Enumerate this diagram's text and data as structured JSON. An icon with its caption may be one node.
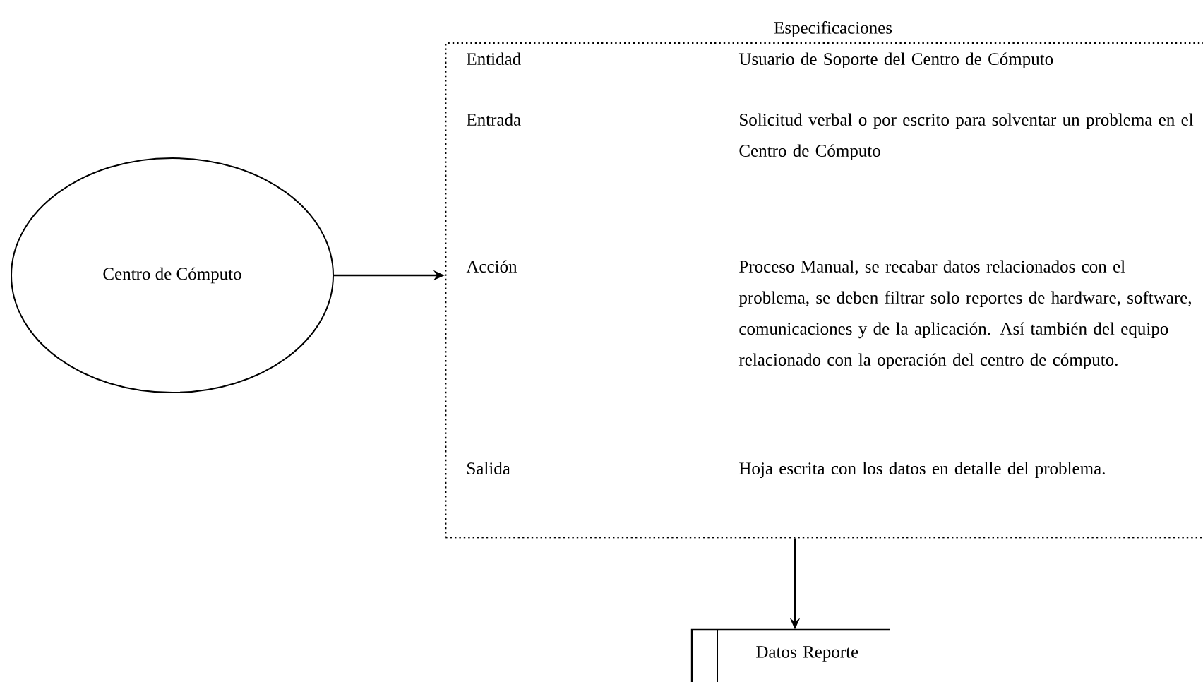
{
  "diagram": {
    "nodes": [
      {
        "text": [
          "Centro de Cómputo"
        ]
      },
      {
        "text": [
          "Especificaciones",
          "Entidad",
          "Usuario de Soporte del Centro de Cómputo",
          "Entrada",
          "Solicitud verbal o por escrito para solventar un problema en el Centro de Cómputo",
          "Acción",
          "Proceso Manual, se recabar datos relacionados con el problema, se deben filtrar solo reportes de hardware, software, comunicaciones y de la aplicación. Así también del equipo relacionado con la operación del centro de cómputo.",
          "Salida",
          "Hoja escrita con los datos en detalle del problema."
        ]
      },
      {
        "text": [
          "Datos Reporte"
        ]
      }
    ],
    "edges": [
      {
        "from": 0,
        "to": 1,
        "arrow": "to"
      },
      {
        "from": 1,
        "to": 2,
        "arrow": "to"
      }
    ]
  }
}
